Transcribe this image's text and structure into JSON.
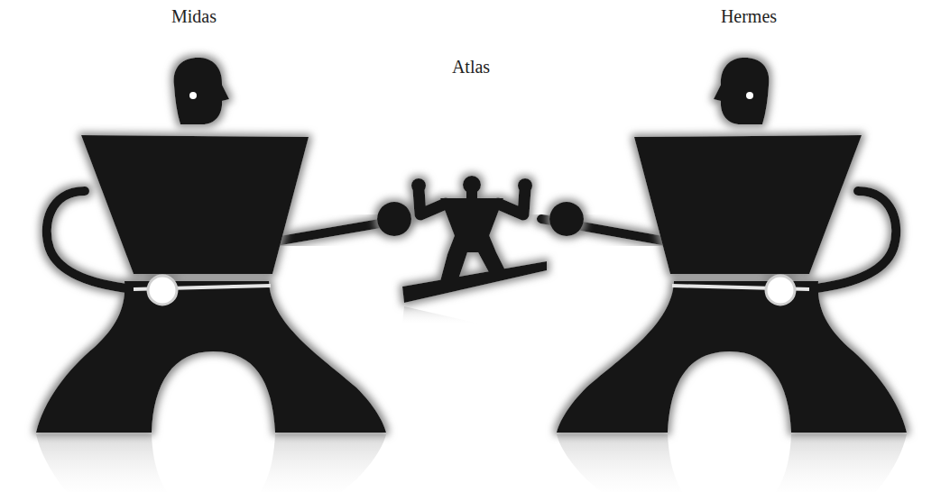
{
  "diagram": {
    "nodes": [
      {
        "text": [
          "Midas"
        ]
      },
      {
        "text": [
          "Hermes"
        ]
      },
      {
        "text": [
          "Atlas"
        ]
      }
    ],
    "edges": [
      {
        "from": 0,
        "to": 2,
        "arrow": "none"
      },
      {
        "from": 1,
        "to": 2,
        "arrow": "none"
      }
    ]
  }
}
